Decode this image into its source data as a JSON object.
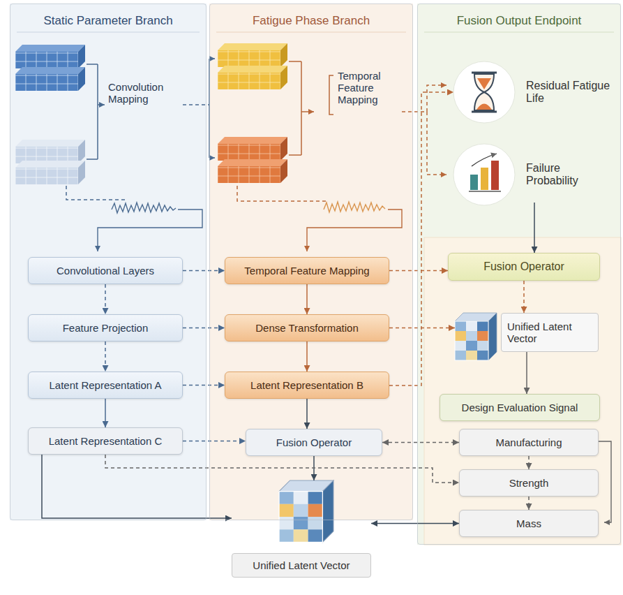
{
  "diagram": {
    "nodes": [
      {
        "text": [
          "Static Parameter Branch"
        ]
      },
      {
        "text": [
          "Fatigue Phase Branch"
        ]
      },
      {
        "text": [
          "Fusion Output Endpoint"
        ]
      },
      {
        "text": [
          "Convolutional Layers"
        ],
        "in": 0
      },
      {
        "text": [
          "Feature Projection"
        ],
        "in": 0
      },
      {
        "text": [
          "Latent Representation A"
        ],
        "in": 0
      },
      {
        "text": [
          "Latent Representation C"
        ],
        "in": 0
      },
      {
        "text": [
          "Temporal Feature Mapping"
        ],
        "in": 1
      },
      {
        "text": [
          "Dense Transformation"
        ],
        "in": 1
      },
      {
        "text": [
          "Latent Representation B"
        ],
        "in": 1
      },
      {
        "text": [
          "Fusion Operator"
        ],
        "in": 1
      },
      {
        "text": [
          "Residual Fatigue Life"
        ],
        "in": 2
      },
      {
        "text": [
          "Failure Probability"
        ],
        "in": 2
      },
      {
        "text": [
          "Fusion Operator"
        ],
        "in": 2
      },
      {
        "text": [
          "Unified Latent Vector"
        ],
        "in": 2
      },
      {
        "text": [
          "Design Evaluation Signal"
        ],
        "in": 2
      },
      {
        "text": [
          "Manufacturing"
        ],
        "in": 2
      },
      {
        "text": [
          "Strength"
        ],
        "in": 2
      },
      {
        "text": [
          "Mass"
        ],
        "in": 2
      },
      {
        "text": [
          "Unified Latent Vector"
        ]
      }
    ],
    "edges": [
      {
        "from": 3,
        "to": 4,
        "arrow": "to"
      },
      {
        "from": 4,
        "to": 5,
        "arrow": "to"
      },
      {
        "from": 5,
        "to": 6,
        "arrow": "to"
      },
      {
        "from": 3,
        "to": 7,
        "arrow": "to"
      },
      {
        "from": 4,
        "to": 8,
        "arrow": "to"
      },
      {
        "from": 5,
        "to": 9,
        "arrow": "to"
      },
      {
        "from": 7,
        "to": 8,
        "arrow": "to"
      },
      {
        "from": 8,
        "to": 9,
        "arrow": "to"
      },
      {
        "from": 9,
        "to": 10,
        "arrow": "to"
      },
      {
        "from": 7,
        "to": 13,
        "arrow": "to"
      },
      {
        "from": 8,
        "to": 14,
        "arrow": "to"
      },
      {
        "from": 13,
        "to": 14,
        "arrow": "to"
      },
      {
        "from": 14,
        "to": 15,
        "arrow": "to"
      },
      {
        "from": 6,
        "to": 10,
        "arrow": "to"
      },
      {
        "from": 10,
        "to": 16,
        "arrow": "both"
      },
      {
        "from": 10,
        "to": 19,
        "arrow": "to"
      },
      {
        "from": 16,
        "to": 17,
        "arrow": "to"
      },
      {
        "from": 17,
        "to": 18,
        "arrow": "to"
      },
      {
        "from": 18,
        "to": 19,
        "arrow": "both"
      },
      {
        "from": 6,
        "to": 17,
        "arrow": "to"
      },
      {
        "from": 12,
        "to": 13,
        "arrow": "to"
      },
      {
        "from": 9,
        "to": 11,
        "arrow": "to"
      },
      {
        "from": 6,
        "to": 19,
        "arrow": "to"
      }
    ],
    "labels": [
      "Convolution Mapping",
      "Temporal Feature Mapping"
    ]
  }
}
